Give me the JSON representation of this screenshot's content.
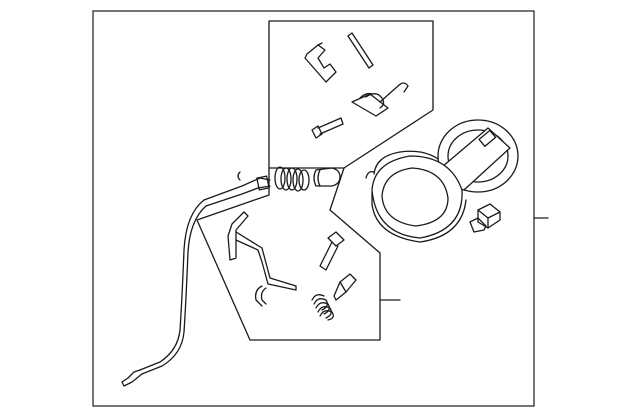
{
  "diagram": {
    "ink_color": "#1a1a1a",
    "background_color": "#ffffff",
    "components": [
      {
        "name": "outer-frame"
      },
      {
        "name": "upper-parts-panel"
      },
      {
        "name": "lower-parts-panel"
      },
      {
        "name": "control-cable"
      },
      {
        "name": "fuel-filler-door"
      },
      {
        "name": "bumper-stop"
      },
      {
        "name": "lock-pin"
      },
      {
        "name": "torsion-spring"
      },
      {
        "name": "bolt"
      },
      {
        "name": "compression-spring"
      },
      {
        "name": "wire-clip"
      },
      {
        "name": "leader-line-right"
      },
      {
        "name": "leader-line-lower"
      }
    ]
  }
}
